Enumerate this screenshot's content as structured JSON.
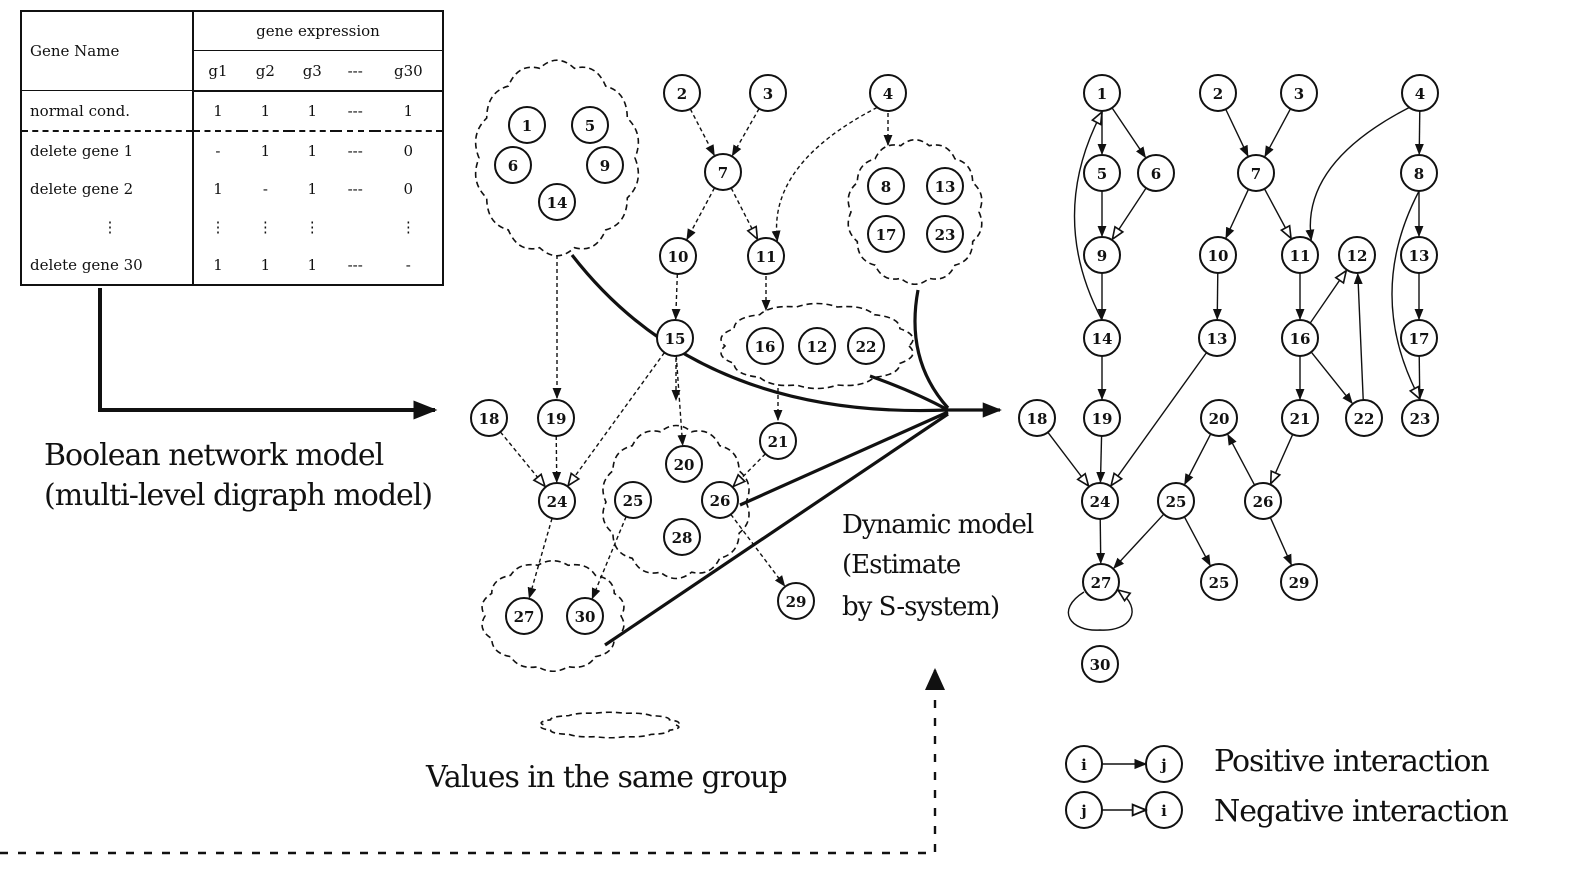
{
  "table": {
    "col_header": "Gene Name",
    "group_header": "gene expression",
    "genes": [
      "g1",
      "g2",
      "g3",
      "---",
      "g30"
    ],
    "rows": [
      {
        "name": "normal cond.",
        "values": [
          "1",
          "1",
          "1",
          "---",
          "1"
        ]
      },
      {
        "name": "delete gene 1",
        "values": [
          "-",
          "1",
          "1",
          "---",
          "0"
        ]
      },
      {
        "name": "delete gene 2",
        "values": [
          "1",
          "-",
          "1",
          "---",
          "0"
        ]
      },
      {
        "name": "⋮",
        "values": [
          "⋮",
          "⋮",
          "⋮",
          "",
          "⋮"
        ]
      },
      {
        "name": "delete gene 30",
        "values": [
          "1",
          "1",
          "1",
          "---",
          "-"
        ]
      }
    ]
  },
  "labels": {
    "boolean_model": "Boolean network model",
    "boolean_model_sub": "(multi-level digraph model)",
    "dynamic_model": "Dynamic model",
    "dynamic_model_sub1": "(Estimate",
    "dynamic_model_sub2": "by S-system)",
    "same_group": "Values in the same group"
  },
  "legend": {
    "positive": {
      "from": "i",
      "to": "j",
      "label": "Positive interaction"
    },
    "negative": {
      "from": "j",
      "to": "i",
      "label": "Negative interaction"
    }
  },
  "boolean_nodes": [
    "1",
    "5",
    "6",
    "9",
    "14",
    "2",
    "3",
    "4",
    "7",
    "10",
    "11",
    "8",
    "13",
    "17",
    "23",
    "15",
    "16",
    "12",
    "22",
    "18",
    "19",
    "24",
    "20",
    "25",
    "26",
    "28",
    "21",
    "27",
    "30",
    "29"
  ],
  "dynamic_nodes": [
    "1",
    "5",
    "6",
    "9",
    "14",
    "2",
    "3",
    "4",
    "7",
    "10",
    "11",
    "12",
    "8",
    "13",
    "17",
    "19",
    "16",
    "21",
    "22",
    "23",
    "18",
    "24",
    "20",
    "25",
    "26",
    "27",
    "28",
    "29",
    "30"
  ]
}
